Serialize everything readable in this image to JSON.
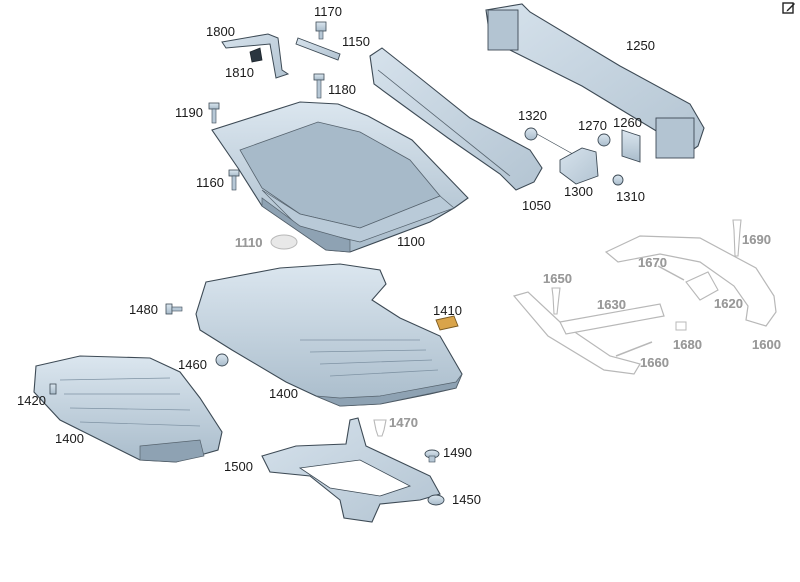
{
  "diagram": {
    "callouts": {
      "c1800": "1800",
      "c1810": "1810",
      "c1170": "1170",
      "c1150": "1150",
      "c1180": "1180",
      "c1190": "1190",
      "c1160": "1160",
      "c1110": "1110",
      "c1100": "1100",
      "c1250": "1250",
      "c1320": "1320",
      "c1270": "1270",
      "c1260": "1260",
      "c1300": "1300",
      "c1310": "1310",
      "c1050": "1050",
      "c1690": "1690",
      "c1670": "1670",
      "c1650": "1650",
      "c1630": "1630",
      "c1620": "1620",
      "c1680": "1680",
      "c1600": "1600",
      "c1660": "1660",
      "c1480": "1480",
      "c1410": "1410",
      "c1460": "1460",
      "c1400a": "1400",
      "c1420": "1420",
      "c1400b": "1400",
      "c1470": "1470",
      "c1500": "1500",
      "c1490": "1490",
      "c1450": "1450"
    },
    "colors": {
      "part_fill": "#c9d7e3",
      "part_shade": "#9fb2c2",
      "part_stroke": "#3d4a55",
      "ghost_fill": "#ffffff",
      "ghost_stroke": "#b8b8b8",
      "accent_1410": "#d9a44a"
    },
    "icons": {
      "toolbar": "edit-icon"
    }
  }
}
